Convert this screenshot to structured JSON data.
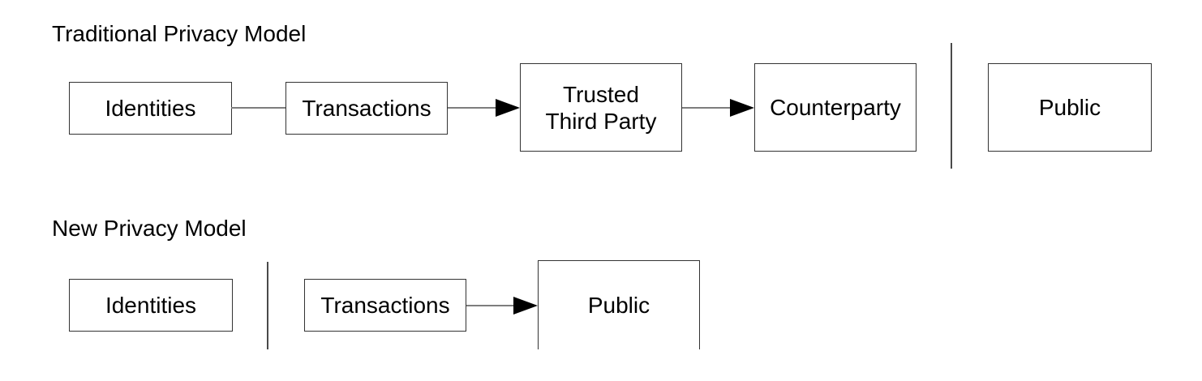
{
  "colors": {
    "background": "#ffffff",
    "box_border": "#333333",
    "connector_line": "#7d7d7d",
    "divider_line": "#4a4a4a",
    "arrowhead": "#000000",
    "text": "#000000"
  },
  "traditional_model": {
    "title": "Traditional Privacy Model",
    "boxes": {
      "identities": {
        "label": "Identities"
      },
      "transactions": {
        "label": "Transactions"
      },
      "trusted_third_party": {
        "label_line1": "Trusted",
        "label_line2": "Third Party"
      },
      "counterparty": {
        "label": "Counterparty"
      },
      "public": {
        "label": "Public"
      }
    }
  },
  "new_model": {
    "title": "New Privacy Model",
    "boxes": {
      "identities": {
        "label": "Identities"
      },
      "transactions": {
        "label": "Transactions"
      },
      "public": {
        "label": "Public"
      }
    }
  }
}
